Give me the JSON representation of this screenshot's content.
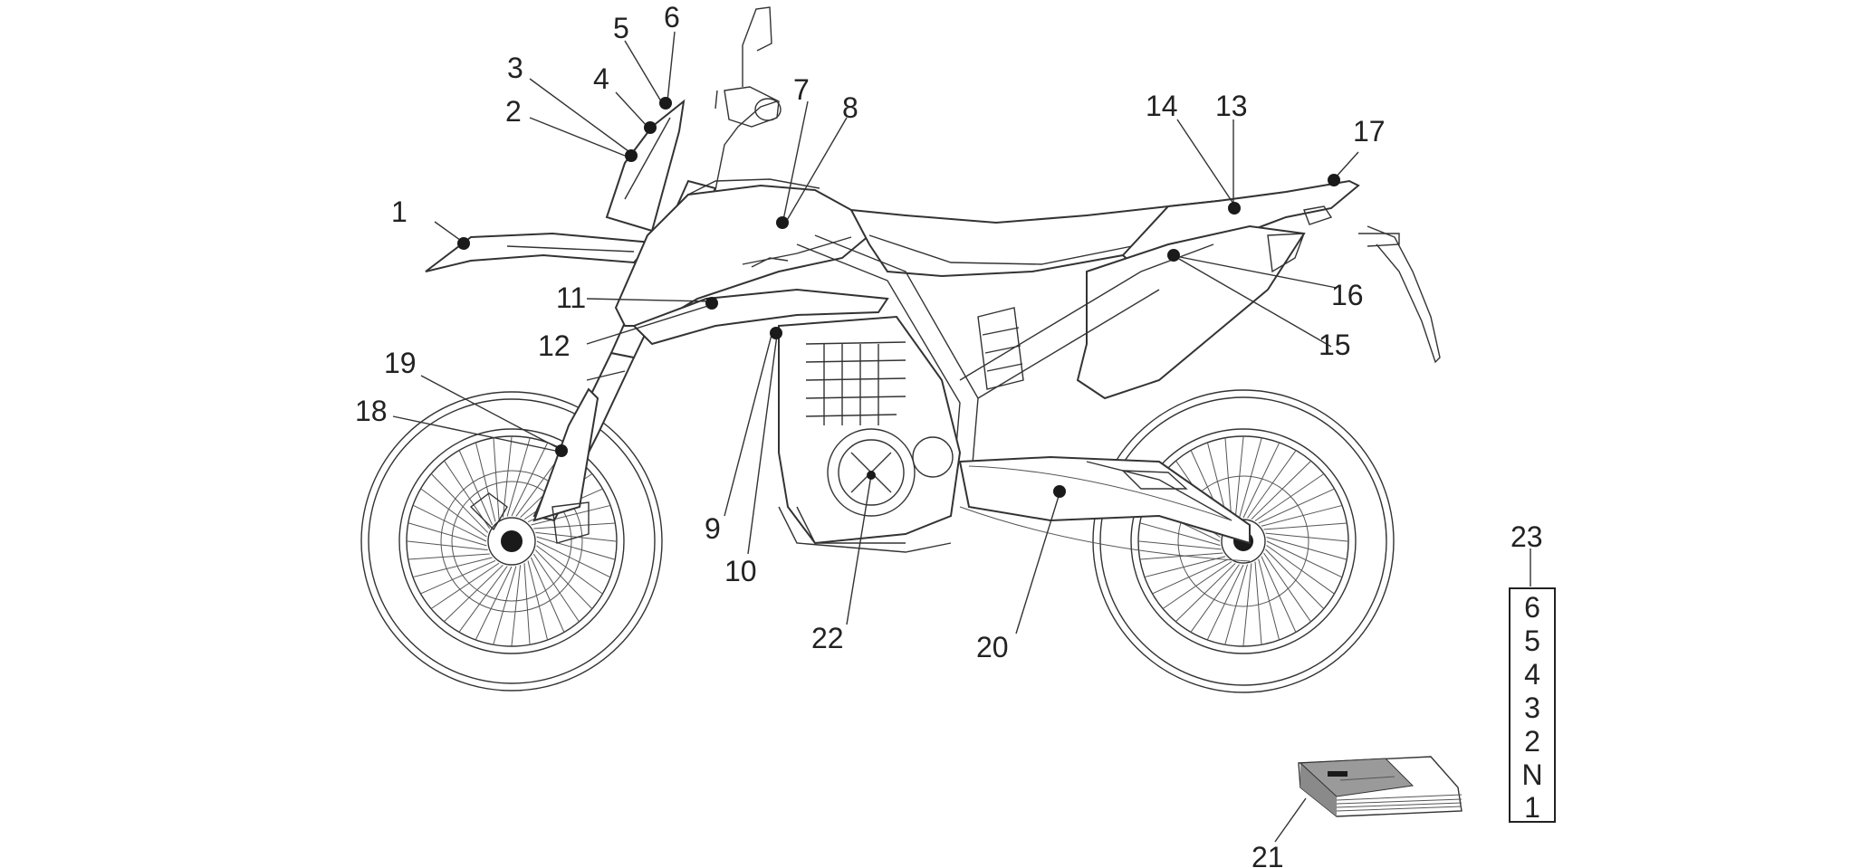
{
  "callouts": [
    {
      "num": "1"
    },
    {
      "num": "2"
    },
    {
      "num": "3"
    },
    {
      "num": "4"
    },
    {
      "num": "5"
    },
    {
      "num": "6"
    },
    {
      "num": "7"
    },
    {
      "num": "8"
    },
    {
      "num": "9"
    },
    {
      "num": "10"
    },
    {
      "num": "11"
    },
    {
      "num": "12"
    },
    {
      "num": "13"
    },
    {
      "num": "14"
    },
    {
      "num": "15"
    },
    {
      "num": "16"
    },
    {
      "num": "17"
    },
    {
      "num": "18"
    },
    {
      "num": "19"
    },
    {
      "num": "20"
    },
    {
      "num": "21"
    },
    {
      "num": "22"
    },
    {
      "num": "23"
    }
  ],
  "gear_indicator": {
    "gears": [
      "6",
      "5",
      "4",
      "3",
      "2",
      "N",
      "1"
    ]
  },
  "colors": {
    "line": "#333333",
    "marker": "#1a1a1a",
    "background": "#ffffff"
  }
}
